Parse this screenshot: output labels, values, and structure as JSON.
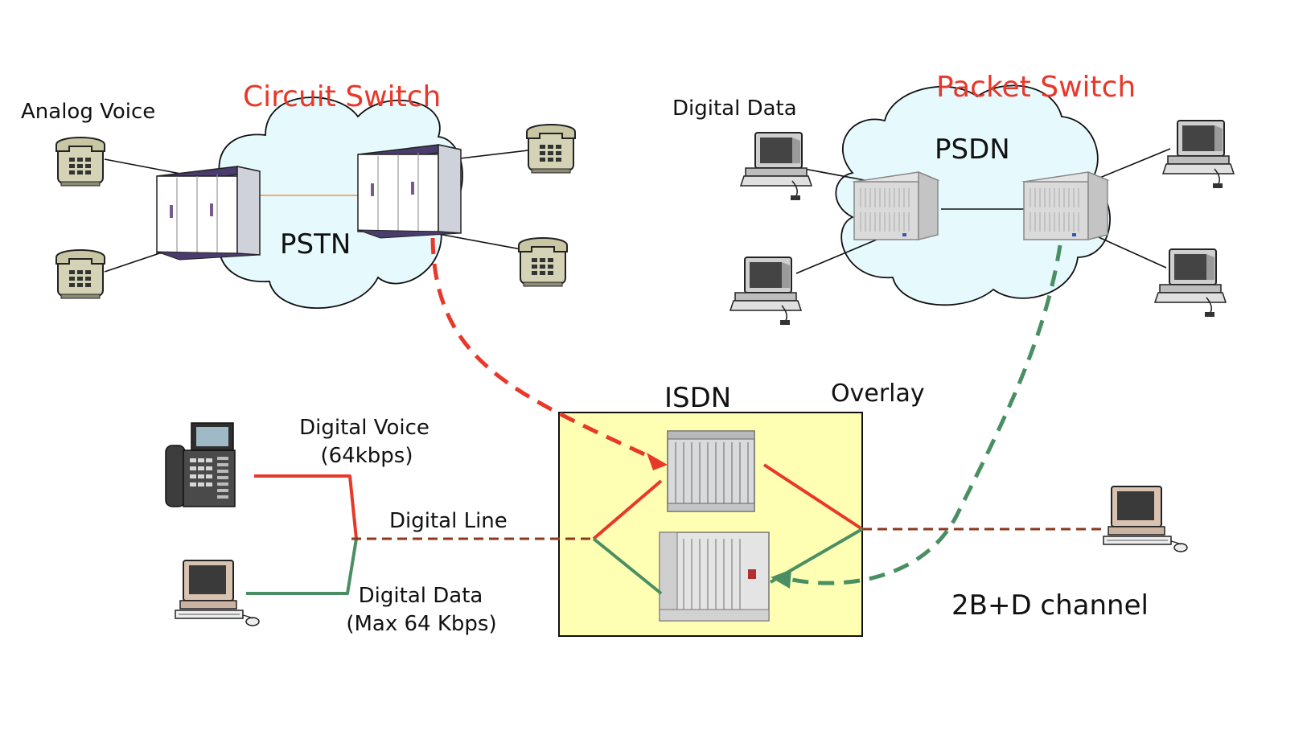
{
  "circuit": {
    "title": "Circuit Switch",
    "network": "PSTN",
    "endpoint_label": "Analog Voice"
  },
  "packet": {
    "title": "Packet Switch",
    "network": "PSDN",
    "endpoint_label": "Digital Data"
  },
  "isdn": {
    "title": "ISDN",
    "overlay": "Overlay",
    "channel": "2B+D channel"
  },
  "access": {
    "voice_line1": "Digital Voice",
    "voice_line2": "(64kbps)",
    "line": "Digital Line",
    "data_line1": "Digital Data",
    "data_line2": "(Max 64 Kbps)"
  },
  "colors": {
    "voice": "#e8382a",
    "data": "#4a8f63",
    "digital_line": "#8b3a1e",
    "cloud": "#e6fafd",
    "isdn_box": "#ffffb3",
    "trunk": "#f2a96b"
  }
}
